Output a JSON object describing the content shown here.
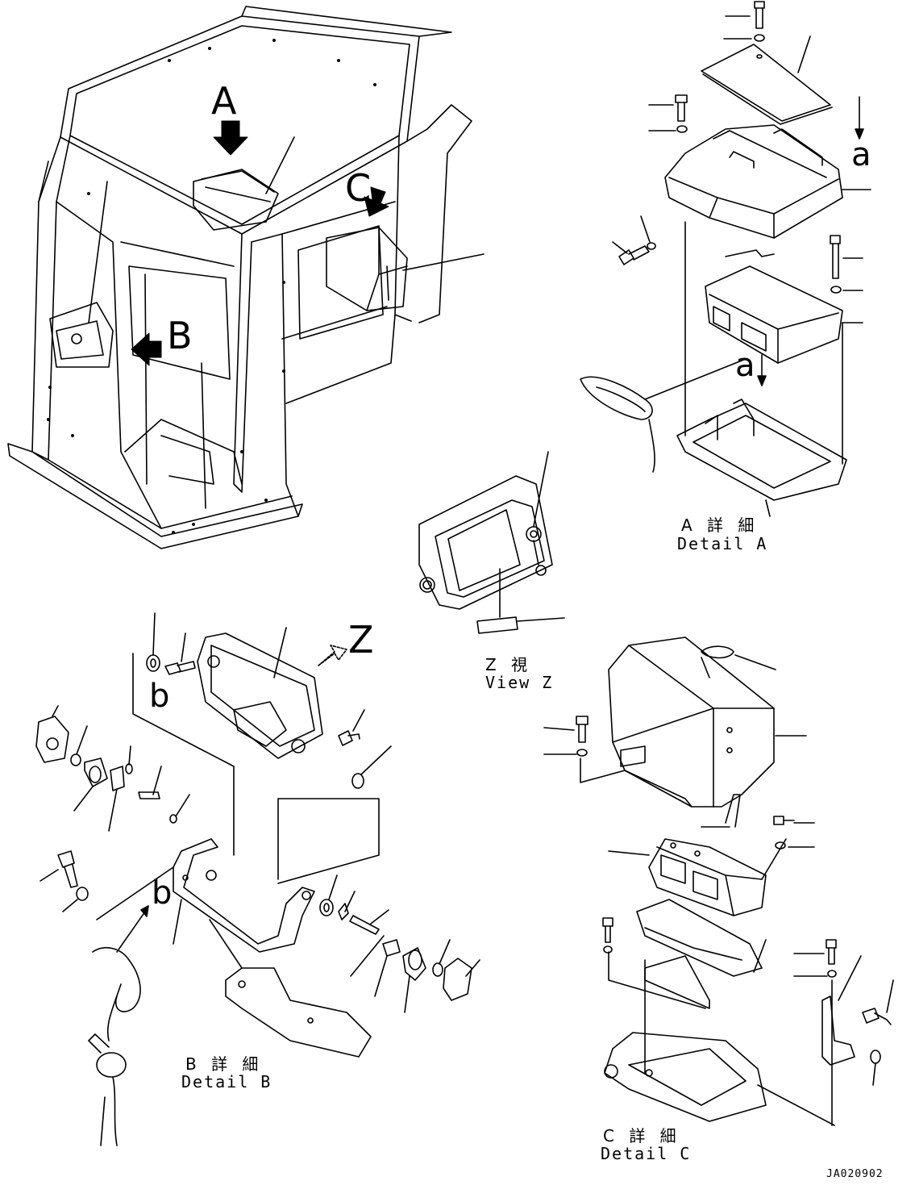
{
  "callouts": {
    "a": "A",
    "b": "B",
    "c": "C",
    "z": "Z",
    "lower_a_1": "a",
    "lower_a_2": "a",
    "lower_b_1": "b",
    "lower_b_2": "b"
  },
  "details": {
    "a": {
      "jp": "A 詳 細",
      "en": "Detail A"
    },
    "b": {
      "jp": "B 詳 細",
      "en": "Detail B"
    },
    "c": {
      "jp": "C 詳 細",
      "en": "Detail C"
    },
    "z": {
      "jp": "Z 視",
      "en": "View Z"
    }
  },
  "drawing_code": "JA020902"
}
